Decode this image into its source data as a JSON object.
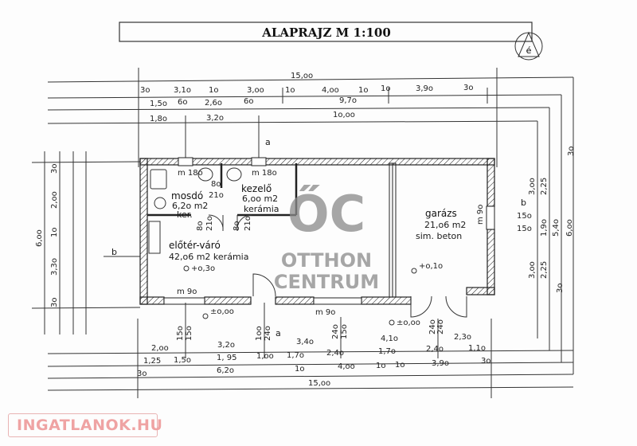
{
  "title": "ALAPRAJZ  M 1:100",
  "compass_letter": "é",
  "rooms": {
    "mosdo": {
      "name": "mosdó",
      "area": "6,2o m2",
      "floor": "ker."
    },
    "kezelo": {
      "name": "kezelő",
      "area": "6,oo m2",
      "floor": "kerámia"
    },
    "eloter": {
      "name": "előtér-váró",
      "area": "42,o6 m2  kerámia"
    },
    "garazs": {
      "name": "garázs",
      "area": "21,o6 m2",
      "floor": "sim. beton"
    }
  },
  "levels": {
    "eloter": "+o,3o",
    "garazs": "+o,1o",
    "entry": "±o,oo",
    "garage_entry": "±o,oo"
  },
  "openings": {
    "win_top_left": "m 18o",
    "win_top_mid": "m 18o",
    "door_wc": "8o",
    "door_wc_h": "21o",
    "door_a": "8o",
    "door_a_h": "21o",
    "door_b": "8o",
    "door_b_h": "21o",
    "win_bot_left": "m  9o",
    "win_bot_mid": "m  9o",
    "win_garage_a": "15o",
    "win_garage_b": "15o",
    "win_garage_m": "m 9o"
  },
  "section_marks": {
    "a": "a",
    "b": "b"
  },
  "dims_top": {
    "row1": [
      "15,oo"
    ],
    "row2": [
      "3o",
      "3,1o",
      "1o",
      "3,oo",
      "1o",
      "4,oo",
      "1o",
      "1o",
      "3,9o",
      "3o"
    ],
    "row3": [
      "1,5o",
      "6o",
      "2,6o",
      "6o",
      "9,7o"
    ],
    "row4": [
      "1,8o",
      "3,2o",
      "1o,oo"
    ]
  },
  "dims_bottom": {
    "row1": [
      "2,oo",
      "3,2o",
      "3,4o",
      "4,1o",
      "2,3o"
    ],
    "row2": [
      "1,25",
      "1,5o",
      "1, 95",
      "1,oo",
      "1,7o",
      "2,4o",
      "1,7o",
      "2,4o",
      "1,1o"
    ],
    "row3": [
      "3o",
      "6,2o",
      "1o",
      "4,oo",
      "1o",
      "1o",
      "3,9o",
      "3o"
    ],
    "row4": [
      "15,oo"
    ],
    "vertical": [
      "15o",
      "15o",
      "1oo",
      "24o",
      "24o",
      "15o",
      "24o",
      "24o"
    ]
  },
  "dims_left": [
    "6,oo",
    "3o",
    "2,oo",
    "1o",
    "3,3o",
    "3o"
  ],
  "dims_right": [
    "3o",
    "3,oo",
    "2,25",
    "1,9o",
    "5,4o",
    "6,oo",
    "3,oo",
    "2,25",
    "3o"
  ],
  "watermark": {
    "mark": "ŐC",
    "line1": "OTTHON",
    "line2": "CENTRUM"
  },
  "logo": {
    "text": "INGATLANOK.HU",
    "color": "#efa3a3"
  }
}
